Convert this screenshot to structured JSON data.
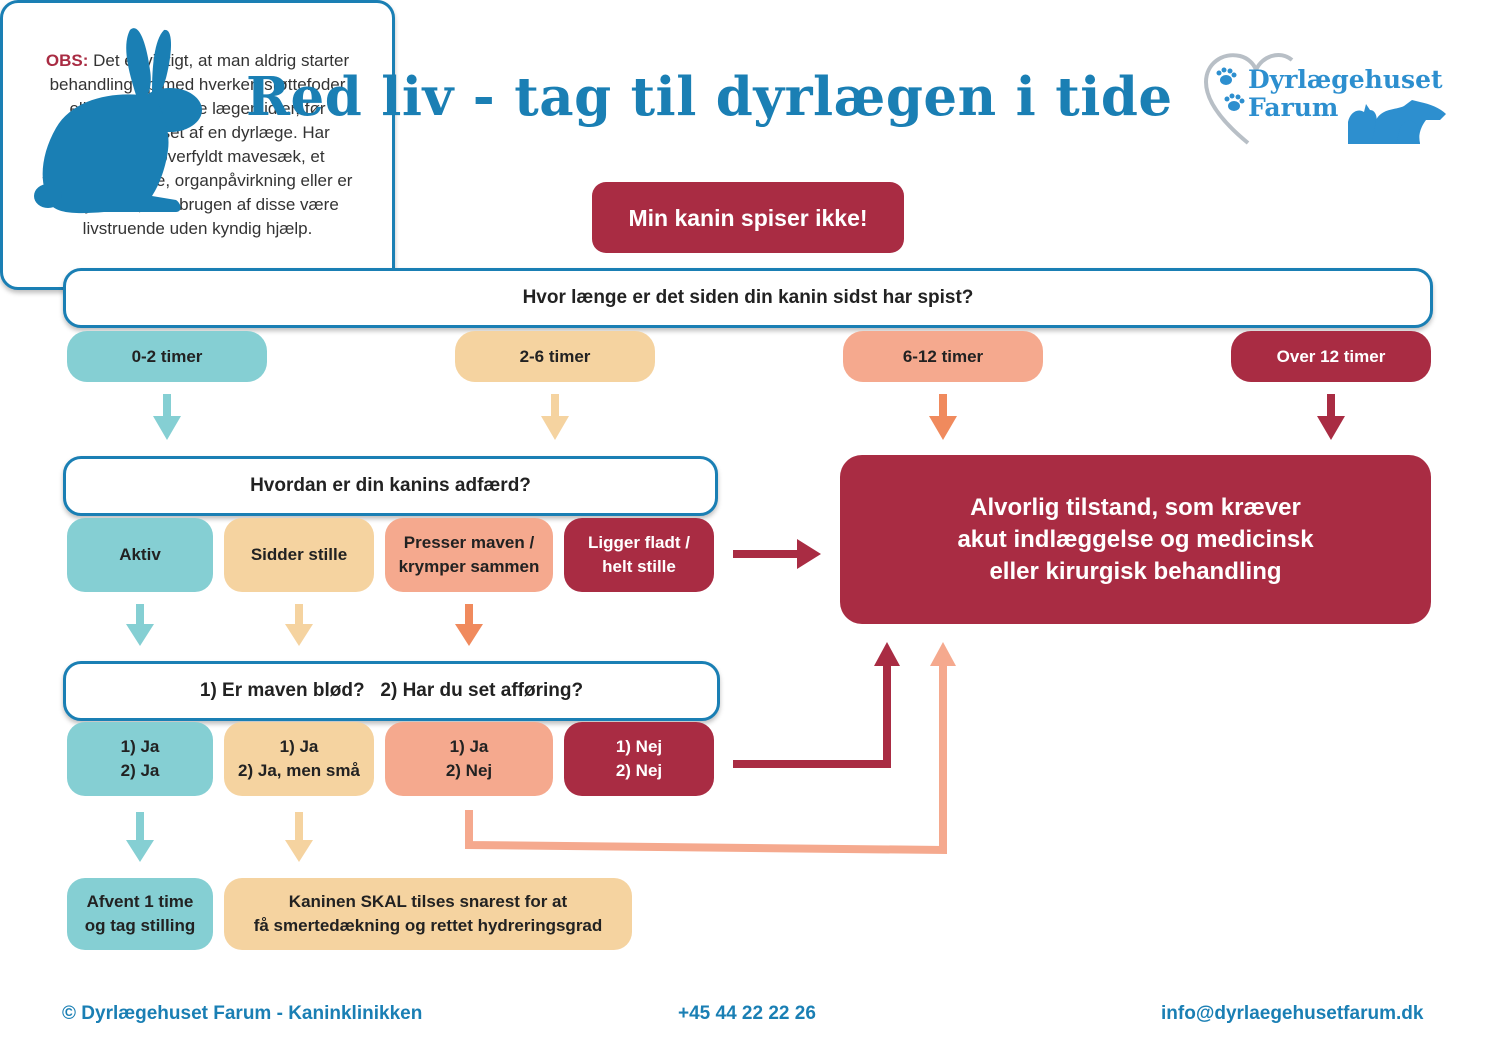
{
  "header": {
    "title": "Red liv - tag til dyrlægen i tide"
  },
  "logo": {
    "line1": "Dyrlægehuset",
    "line2": "Farum"
  },
  "start": {
    "label": "Min kanin spiser ikke!"
  },
  "q1": {
    "question": "Hvor længe er det siden din kanin sidst har spist?",
    "options": [
      "0-2 timer",
      "2-6 timer",
      "6-12 timer",
      "Over 12 timer"
    ]
  },
  "q2": {
    "question": "Hvordan er din kanins adfærd?",
    "options": [
      "Aktiv",
      "Sidder stille",
      "Presser maven /\nkrymper sammen",
      "Ligger fladt /\nhelt stille"
    ]
  },
  "q3": {
    "question": "1) Er maven blød?   2) Har du set afføring?",
    "options": [
      "1) Ja\n2) Ja",
      "1) Ja\n2) Ja, men små",
      "1) Ja\n2) Nej",
      "1) Nej\n2) Nej"
    ]
  },
  "outcomes": {
    "wait": "Afvent 1 time\nog tag stilling",
    "see_vet": "Kaninen SKAL tilses snarest for at\nfå smertedækning og rettet hydreringsgrad",
    "serious": "Alvorlig tilstand, som kræver\nakut indlæggelse og medicinsk\neller kirurgisk behandling"
  },
  "obs": {
    "label": "OBS:",
    "text": "Det er vigtigt, at man aldrig starter behandling op med hverken støttefoder eller receptpligtige lægemidler, før kaninen er tilset af en dyrlæge. Har kaninen en overfyldt mavesæk, et fremmedlegeme, organpåvirkning eller er dehydreret, kan brugen af disse være livstruende uden kyndig hjælp."
  },
  "footer": {
    "copyright": "© Dyrlægehuset Farum - Kaninklinikken",
    "phone": "+45 44 22 22 26",
    "email": "info@dyrlaegehusetfarum.dk"
  },
  "colors": {
    "blue": "#1a7fb4",
    "teal": "#85cfd3",
    "sand": "#f5d3a0",
    "salmon": "#f5a98e",
    "crimson": "#a92c43",
    "orange_arrow": "#f08a5d"
  },
  "icons": [
    "rabbit-silhouette-icon",
    "paw-icon",
    "heart-outline-icon",
    "pets-silhouette-icon"
  ]
}
